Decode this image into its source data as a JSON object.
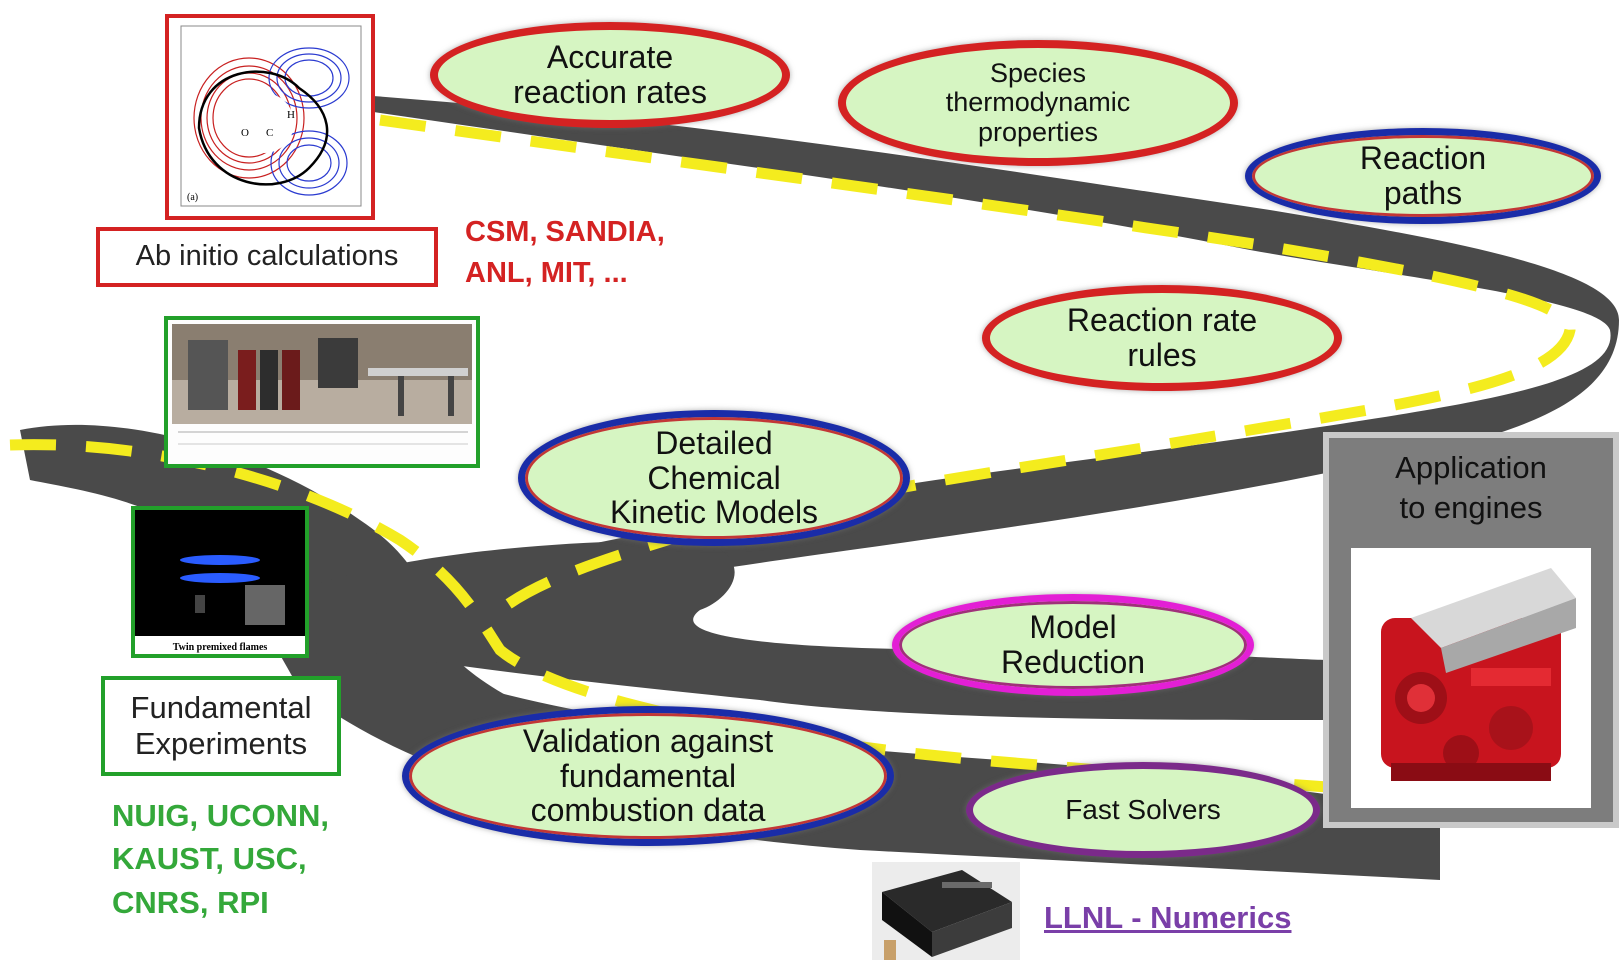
{
  "stages": {
    "accurate_rates": "Accurate\nreaction rates",
    "species_thermo": "Species\nthermodynamic\nproperties",
    "reaction_paths": "Reaction\npaths",
    "rate_rules": "Reaction rate\nrules",
    "detailed_models": "Detailed\nChemical\nKinetic Models",
    "model_reduction": "Model\nReduction",
    "validation": "Validation against\nfundamental\ncombustion data",
    "fast_solvers": "Fast Solvers"
  },
  "labels": {
    "ab_initio": "Ab initio calculations",
    "fundamental_experiments": "Fundamental\nExperiments",
    "application": "Application\nto engines",
    "flame_caption": "Twin premixed flames",
    "contour_atoms": {
      "o": "O",
      "c": "C",
      "h": "H",
      "panel": "(a)"
    }
  },
  "institutions": {
    "ab_initio": "CSM, SANDIA,\nANL, MIT, ...",
    "experiments": "NUIG, UCONN,\nKAUST, USC,\nCNRS, RPI",
    "numerics": "LLNL - Numerics"
  },
  "colors": {
    "road": "#4a4a4a",
    "road_stripe": "#f4ec1e",
    "oval_fill": "#d6f5c2",
    "red": "#d42222",
    "blue": "#1a2ca8",
    "magenta": "#e31fd5",
    "green_text": "#34a83a",
    "red_text": "#d42222",
    "purple_link": "#7a3fa8"
  },
  "icons": [
    "orbital-contour-image",
    "lab-apparatus-image",
    "flame-image",
    "gpu-card-image",
    "engine-image"
  ]
}
